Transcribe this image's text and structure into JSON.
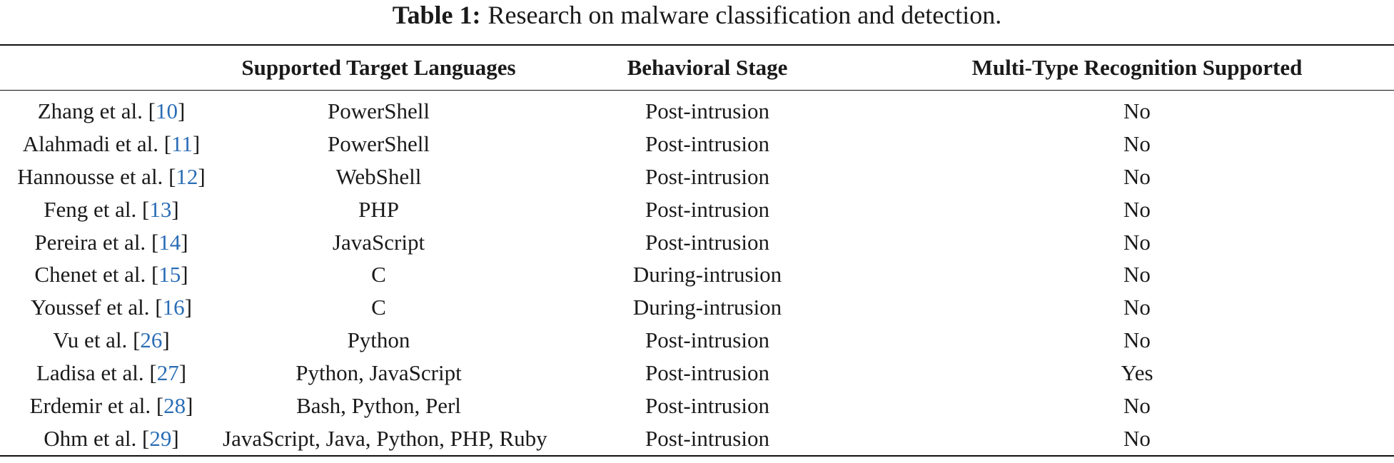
{
  "caption": {
    "label": "Table 1:",
    "text": "Research on malware classification and detection."
  },
  "table": {
    "headers": [
      "",
      "Supported Target Languages",
      "Behavioral Stage",
      "Multi-Type Recognition Supported"
    ],
    "rows": [
      {
        "author": "Zhang et al. ",
        "ref": "10",
        "languages": "PowerShell",
        "stage": "Post-intrusion",
        "multi": "No"
      },
      {
        "author": "Alahmadi et al. ",
        "ref": "11",
        "languages": "PowerShell",
        "stage": "Post-intrusion",
        "multi": "No"
      },
      {
        "author": "Hannousse et al. ",
        "ref": "12",
        "languages": "WebShell",
        "stage": "Post-intrusion",
        "multi": "No"
      },
      {
        "author": "Feng et al. ",
        "ref": "13",
        "languages": "PHP",
        "stage": "Post-intrusion",
        "multi": "No"
      },
      {
        "author": "Pereira et al. ",
        "ref": "14",
        "languages": "JavaScript",
        "stage": "Post-intrusion",
        "multi": "No"
      },
      {
        "author": "Chenet et al. ",
        "ref": "15",
        "languages": "C",
        "stage": "During-intrusion",
        "multi": "No"
      },
      {
        "author": "Youssef et al. ",
        "ref": "16",
        "languages": "C",
        "stage": "During-intrusion",
        "multi": "No"
      },
      {
        "author": "Vu et al. ",
        "ref": "26",
        "languages": "Python",
        "stage": "Post-intrusion",
        "multi": "No"
      },
      {
        "author": "Ladisa et al. ",
        "ref": "27",
        "languages": "Python, JavaScript",
        "stage": "Post-intrusion",
        "multi": "Yes"
      },
      {
        "author": "Erdemir et al. ",
        "ref": "28",
        "languages": "Bash, Python, Perl",
        "stage": "Post-intrusion",
        "multi": "No"
      },
      {
        "author": "Ohm et al. ",
        "ref": "29",
        "languages": "JavaScript, Java, Python, PHP, Ruby",
        "stage": "Post-intrusion",
        "multi": "No"
      }
    ]
  },
  "colors": {
    "citation_link": "#2a6db5",
    "text": "#1a1a1a"
  }
}
